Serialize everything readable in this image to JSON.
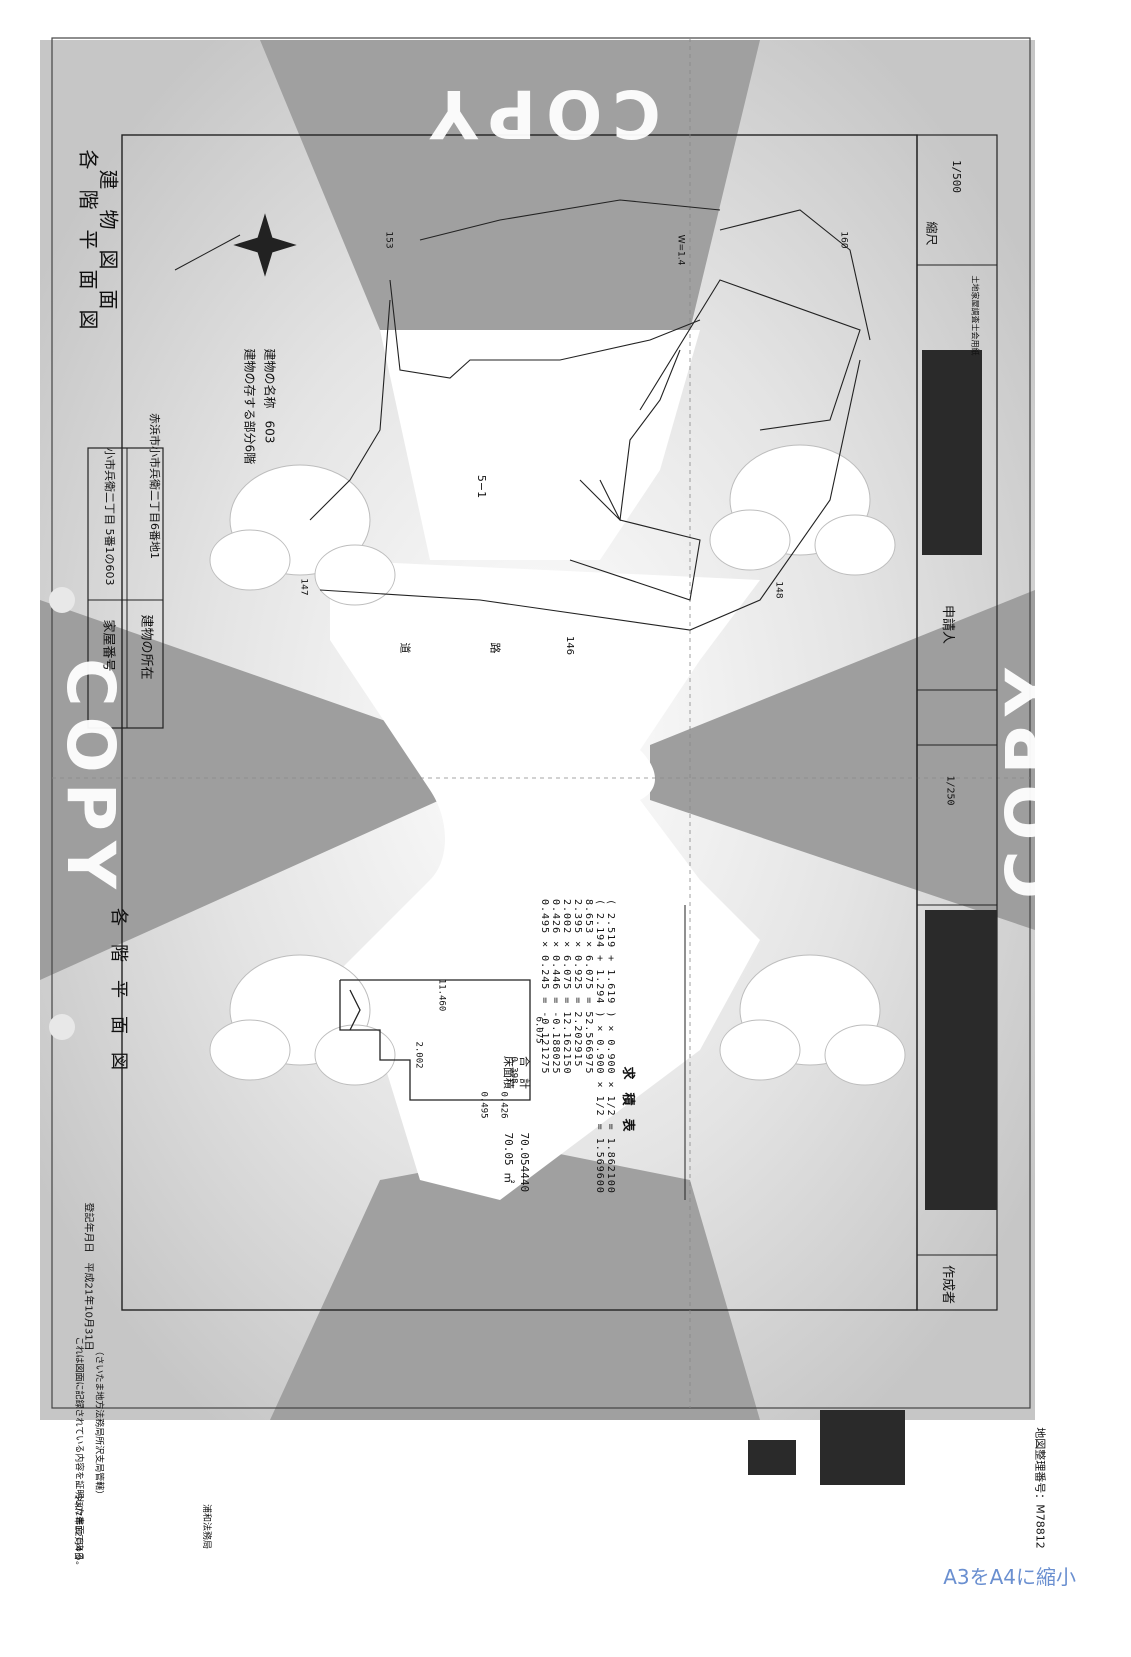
{
  "header": {
    "title_line1": "建　物　図　面",
    "title_line2": "各　階　平　面　図",
    "floor_plan_title": "各　階　平　面　図"
  },
  "info_table": {
    "house_number_label": "家屋番号",
    "house_number_value": "小市兵衛二丁目\n5番1の603",
    "location_label": "建物の所在",
    "location_value": "赤浜市小市兵衛二丁目6番地1",
    "floor_note": "建物の存する部分6階",
    "building_name": "建物の名称　603"
  },
  "site_labels": {
    "lot": "5−1",
    "road": "道",
    "road2": "路",
    "lot146": "146",
    "lot147": "147",
    "lot148": "148",
    "lot160": "160",
    "lot153": "153",
    "wall": "W=1.4"
  },
  "calculation": {
    "title": "求　積　表",
    "lines": [
      "( 2.519 + 1.619 ) × 0.900 × 1/2 =  1.862100",
      "( 2.194 + 1.294 ) × 0.900 × 1/2 =  1.569600",
      "  8.653 × 6.075                  = 52.566975",
      "  2.395 × 0.925                  =  2.202915",
      "  2.002 × 6.075                  = 12.162150",
      "  0.426 × 0.446                  = -0.188025",
      "  0.495 × 0.245                  = -0.121275"
    ],
    "total_label": "合　計",
    "total_value": "70.054440",
    "floor_area_label": "床面積",
    "floor_area_value": "70.05 ㎡"
  },
  "plan_dims": [
    "0.495",
    "0.426",
    "6.075",
    "0.398",
    "11.460",
    "2.002"
  ],
  "side_panel": {
    "scale_label": "縮尺",
    "scale_value": "1/500",
    "scale_value_plan": "1/250",
    "applicant_label": "申請人",
    "maker_label": "作成者",
    "surveyor_note": "土地家屋調査士会用紙"
  },
  "bottom_notes": {
    "registration_date": "登記年月日　平成21年10月31日",
    "certification": "これは図面に記録されている内容を証明した書面である。",
    "office_note": "（さいたま地方法務局所沢支局管轄）",
    "issue_date": "令和7年12月4日",
    "bureau": "浦和法務局",
    "map_id": "地図整理番号：M78812"
  },
  "watermark": "COPY",
  "footer_note": "A3をA4に縮小",
  "colors": {
    "watermark_gray": "#9a9a9a",
    "speckle_gray": "#c8c8c8",
    "redaction": "#2a2a2a",
    "footer_blue": "#6a8fd0"
  }
}
